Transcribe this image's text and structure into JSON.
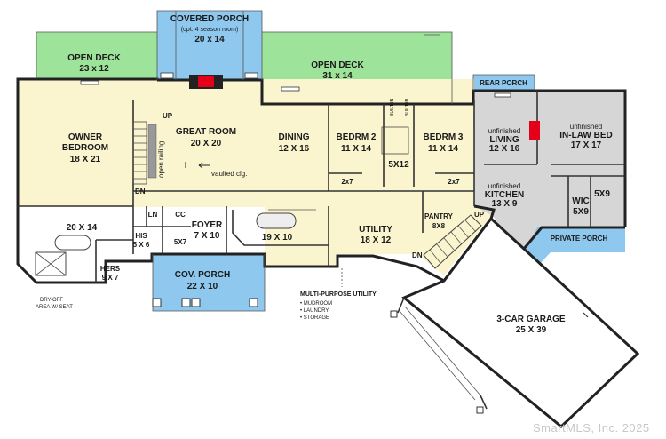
{
  "colors": {
    "deck": "#9ee39a",
    "porch": "#8ec8ee",
    "main_floor": "#fbf5cf",
    "inlaw_floor": "#d6d6d6",
    "fireplace": "#e4001b",
    "garage": "#ffffff"
  },
  "rooms": {
    "covered_porch": {
      "name": "COVERED PORCH",
      "note": "(opt. 4 season room)",
      "dim": "20 x 14"
    },
    "open_deck_left": {
      "name": "OPEN DECK",
      "dim": "23 x 12"
    },
    "open_deck_right": {
      "name": "OPEN DECK",
      "dim": "31 x 14"
    },
    "rear_porch": {
      "name": "REAR PORCH"
    },
    "owner_bedroom": {
      "name1": "OWNER",
      "name2": "BEDROOM",
      "dim": "18 X 21"
    },
    "great_room": {
      "name": "GREAT ROOM",
      "dim": "20 X 20",
      "vaulted": "vaulted clg.",
      "railing": "open railing"
    },
    "dining": {
      "name": "DINING",
      "dim": "12 X 16"
    },
    "bedroom2": {
      "name": "BEDRM 2",
      "dim": "11 X 14",
      "closet": "2x7"
    },
    "bedroom3": {
      "name": "BEDRM 3",
      "dim": "11 X 14",
      "closet": "2x7"
    },
    "bath_shared": {
      "dim": "5X12",
      "builtin1": "BUILT-IN",
      "builtin2": "BUILT-IN"
    },
    "living": {
      "note": "unfinished",
      "name": "LIVING",
      "dim": "12 X 16"
    },
    "inlaw_bed": {
      "note": "unfinished",
      "name": "IN-LAW BED",
      "dim": "17 X 17"
    },
    "kitchen_inlaw": {
      "note": "unfinished",
      "name": "KITCHEN",
      "dim": "13 X 9"
    },
    "wic": {
      "name": "WIC",
      "dim": "5X9"
    },
    "inlaw_bath": {
      "dim": "5X9"
    },
    "private_porch": {
      "name": "PRIVATE PORCH"
    },
    "owner_bath": {
      "dim": "20 X 14"
    },
    "his": {
      "name": "HIS",
      "dim": "5 X 6"
    },
    "hers": {
      "name": "HERS",
      "dim": "9 X 7"
    },
    "linen": {
      "name": "LN"
    },
    "coat_closet": {
      "name": "CC"
    },
    "foyer": {
      "name": "FOYER",
      "dim": "7 X 10"
    },
    "powder": {
      "dim": "5X7"
    },
    "kitchen": {
      "dim": "19 X 10"
    },
    "utility": {
      "name": "UTILITY",
      "dim": "18 X 12"
    },
    "pantry": {
      "name": "PANTRY",
      "dim": "8X8"
    },
    "cov_porch": {
      "name": "COV. PORCH",
      "dim": "22 X 10"
    },
    "garage": {
      "name": "3-CAR GARAGE",
      "dim": "25 X 39"
    }
  },
  "stairs": {
    "up_left": "UP",
    "dn_left": "DN",
    "up_right": "UP",
    "dn_right": "DN"
  },
  "annotations": {
    "dry_off_1": "DRY-OFF",
    "dry_off_2": "AREA W/ SEAT",
    "multi_title": "MULTI-PURPOSE UTILITY",
    "multi_items": [
      "• MUDROOM",
      "• LAUNDRY",
      "• STORAGE"
    ]
  },
  "watermark": "SmartMLS, Inc.  2025"
}
